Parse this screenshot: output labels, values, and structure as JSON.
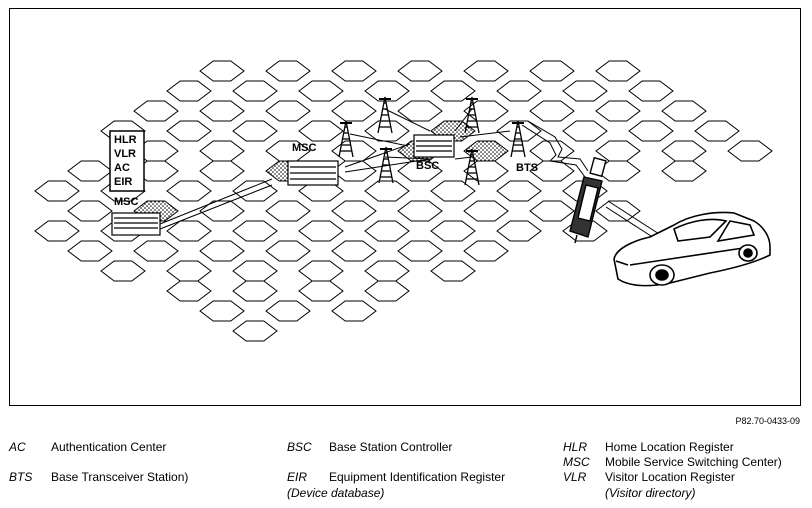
{
  "diagram": {
    "labels": {
      "hlr": "HLR",
      "vlr": "VLR",
      "ac": "AC",
      "eir": "EIR",
      "msc_left": "MSC",
      "msc_center": "MSC",
      "bsc": "BSC",
      "bts": "BTS"
    },
    "icons": [
      "cell-hex-grid",
      "switching-cabinet-icon",
      "radio-tower-icon",
      "mobile-handset-icon",
      "car-icon"
    ]
  },
  "ref_code": "P82.70-0433-09",
  "legend": [
    {
      "abbr": "AC",
      "def": "Authentication Center"
    },
    {
      "abbr": "BSC",
      "def": "Base Station Controller"
    },
    {
      "abbr": "HLR",
      "def": "Home Location Register"
    },
    {
      "abbr": "MSC",
      "def": "Mobile Service Switching Center)"
    },
    {
      "abbr": "BTS",
      "def": "Base Transceiver Station)"
    },
    {
      "abbr": "EIR",
      "def": "Equipment Identification Register",
      "note": "(Device database)"
    },
    {
      "abbr": "VLR",
      "def": "Visitor Location Register",
      "note": "(Visitor directory)"
    }
  ]
}
